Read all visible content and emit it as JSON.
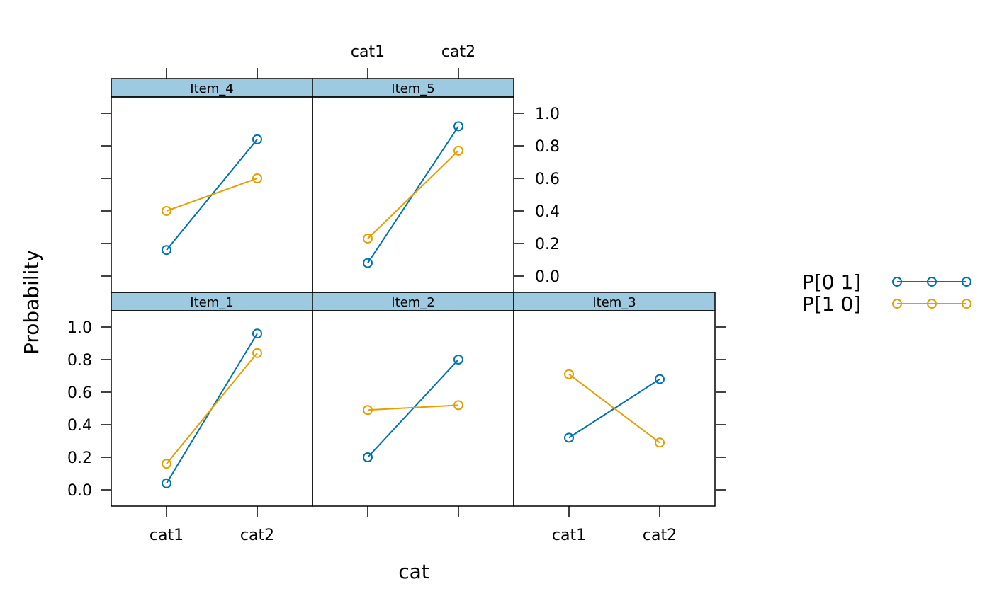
{
  "chart_data": {
    "type": "line",
    "xlabel": "cat",
    "ylabel": "Probability",
    "categories": [
      "cat1",
      "cat2"
    ],
    "ylim": [
      -0.1,
      1.1
    ],
    "yticks": [
      "0.0",
      "0.2",
      "0.4",
      "0.6",
      "0.8",
      "1.0"
    ],
    "grid": false,
    "legend_position": "right",
    "series_styles": [
      {
        "name": "P[0 1]",
        "color": "#0072B2",
        "marker": "open-circle"
      },
      {
        "name": "P[1 0]",
        "color": "#E69F00",
        "marker": "open-circle"
      }
    ],
    "strip_color": "#9ECAE1",
    "panels": [
      {
        "title": "Item_1",
        "series": [
          {
            "name": "P[0 1]",
            "values": [
              0.04,
              0.96
            ]
          },
          {
            "name": "P[1 0]",
            "values": [
              0.16,
              0.84
            ]
          }
        ]
      },
      {
        "title": "Item_2",
        "series": [
          {
            "name": "P[0 1]",
            "values": [
              0.2,
              0.8
            ]
          },
          {
            "name": "P[1 0]",
            "values": [
              0.49,
              0.52
            ]
          }
        ]
      },
      {
        "title": "Item_3",
        "series": [
          {
            "name": "P[0 1]",
            "values": [
              0.32,
              0.68
            ]
          },
          {
            "name": "P[1 0]",
            "values": [
              0.71,
              0.29
            ]
          }
        ]
      },
      {
        "title": "Item_4",
        "series": [
          {
            "name": "P[0 1]",
            "values": [
              0.16,
              0.84
            ]
          },
          {
            "name": "P[1 0]",
            "values": [
              0.4,
              0.6
            ]
          }
        ]
      },
      {
        "title": "Item_5",
        "series": [
          {
            "name": "P[0 1]",
            "values": [
              0.08,
              0.92
            ]
          },
          {
            "name": "P[1 0]",
            "values": [
              0.23,
              0.77
            ]
          }
        ]
      }
    ]
  }
}
